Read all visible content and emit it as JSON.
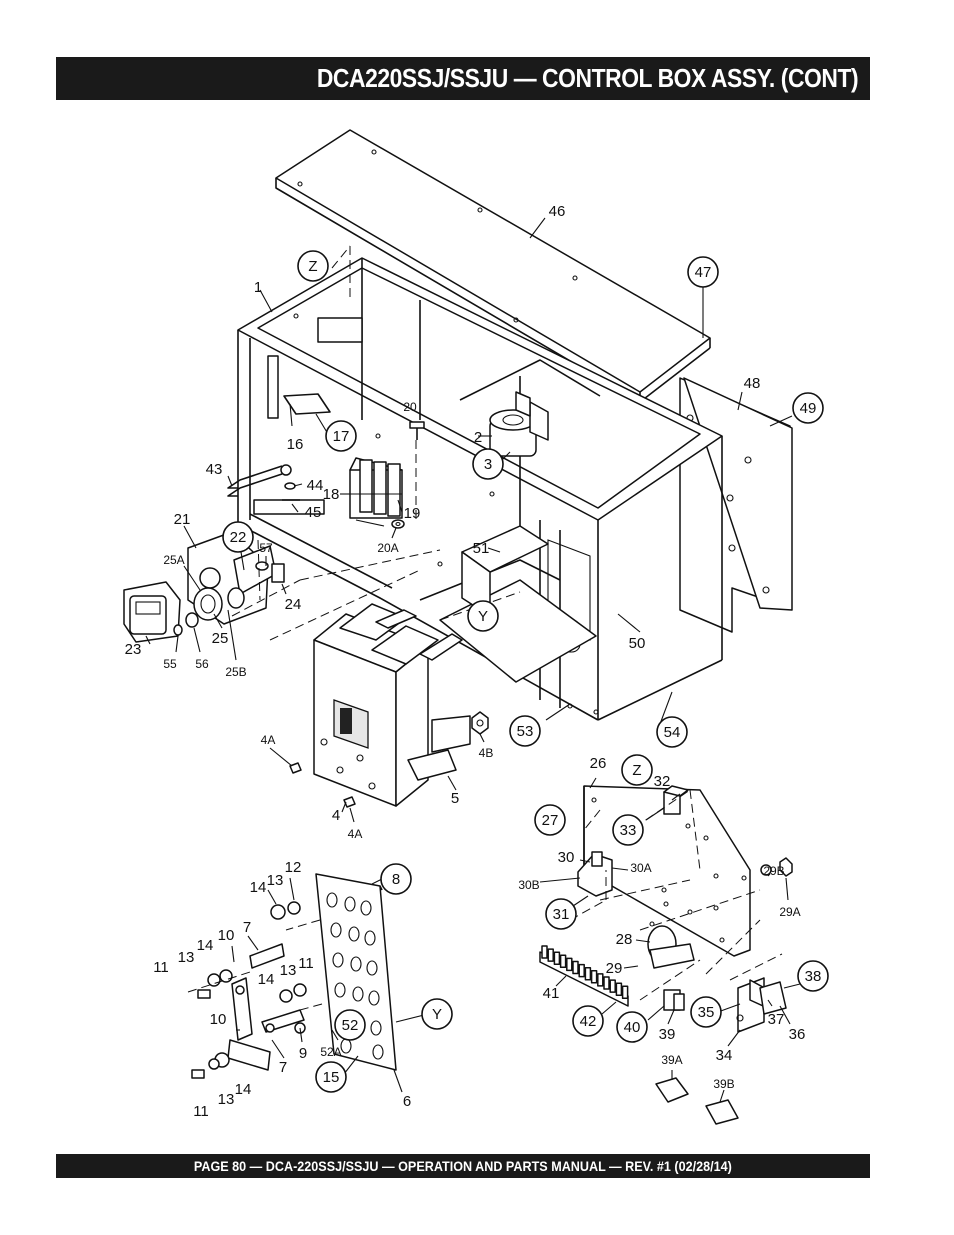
{
  "header": {
    "title": "DCA220SSJ/SSJU — CONTROL BOX  ASSY. (CONT)"
  },
  "footer": {
    "text": "PAGE 80 — DCA-220SSJ/SSJU —  OPERATION AND PARTS  MANUAL — REV. #1  (02/28/14)"
  },
  "callouts": {
    "c1": "1",
    "c2": "2",
    "c3": "3",
    "c4": "4",
    "c4a_1": "4A",
    "c4a_2": "4A",
    "c4b": "4B",
    "c5": "5",
    "c6": "6",
    "c7_1": "7",
    "c7_2": "7",
    "c8": "8",
    "c9": "9",
    "c10_1": "10",
    "c10_2": "10",
    "c11_1": "11",
    "c11_2": "11",
    "c11_3": "11",
    "c12": "12",
    "c13_1": "13",
    "c13_2": "13",
    "c13_3": "13",
    "c13_4": "13",
    "c14_1": "14",
    "c14_2": "14",
    "c14_3": "14",
    "c14_4": "14",
    "c15": "15",
    "c16": "16",
    "c17": "17",
    "c18": "18",
    "c19": "19",
    "c20": "20",
    "c20a": "20A",
    "c21": "21",
    "c22": "22",
    "c23": "23",
    "c24": "24",
    "c25": "25",
    "c25a": "25A",
    "c25b": "25B",
    "c26": "26",
    "c27": "27",
    "c28": "28",
    "c29": "29",
    "c29a": "29A",
    "c29b": "29B",
    "c30": "30",
    "c30a": "30A",
    "c30b": "30B",
    "c31": "31",
    "c32": "32",
    "c33": "33",
    "c34": "34",
    "c35": "35",
    "c36": "36",
    "c37": "37",
    "c38": "38",
    "c39": "39",
    "c39a": "39A",
    "c39b": "39B",
    "c40": "40",
    "c41": "41",
    "c42": "42",
    "c43": "43",
    "c44": "44",
    "c45": "45",
    "c46": "46",
    "c47": "47",
    "c48": "48",
    "c49": "49",
    "c50": "50",
    "c51": "51",
    "c52": "52",
    "c52a": "52A",
    "c53": "53",
    "c54": "54",
    "c55": "55",
    "c56": "56",
    "c57": "57",
    "z_1": "Z",
    "z_2": "Z",
    "y_1": "Y",
    "y_2": "Y"
  }
}
